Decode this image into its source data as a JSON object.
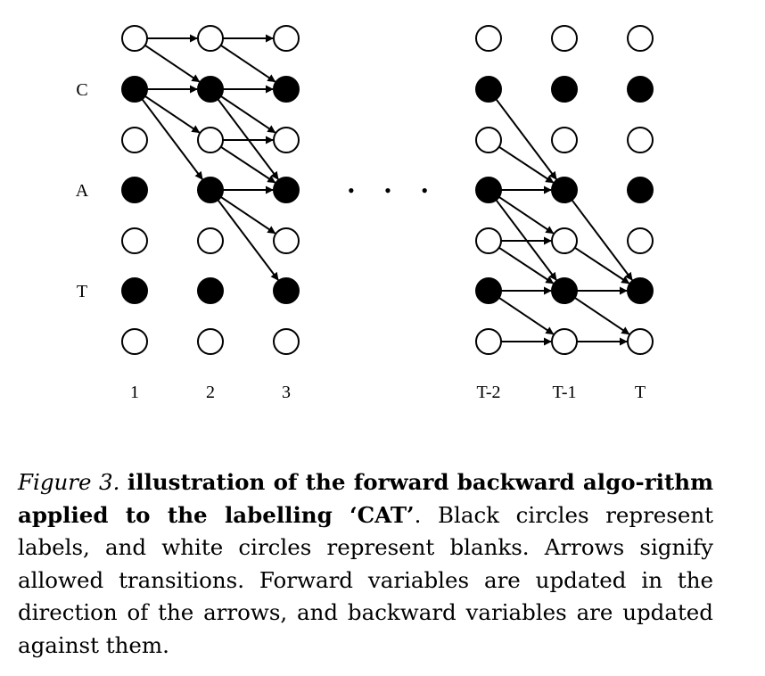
{
  "diagram": {
    "row_labels": [
      "",
      "C",
      "",
      "A",
      "",
      "T",
      ""
    ],
    "columns": [
      "1",
      "2",
      "3",
      "T-2",
      "T-1",
      "T"
    ],
    "ellipsis": "• • •",
    "nodes": [
      [
        "blank",
        "blank",
        "blank",
        "blank",
        "blank",
        "blank"
      ],
      [
        "label",
        "label",
        "label",
        "label",
        "label",
        "label"
      ],
      [
        "blank",
        "blank",
        "blank",
        "blank",
        "blank",
        "blank"
      ],
      [
        "label",
        "label",
        "label",
        "label",
        "label",
        "label"
      ],
      [
        "blank",
        "blank",
        "blank",
        "blank",
        "blank",
        "blank"
      ],
      [
        "label",
        "label",
        "label",
        "label",
        "label",
        "label"
      ],
      [
        "blank",
        "blank",
        "blank",
        "blank",
        "blank",
        "blank"
      ]
    ],
    "transitions": [
      {
        "from": [
          0,
          0
        ],
        "to": [
          1,
          0
        ]
      },
      {
        "from": [
          0,
          0
        ],
        "to": [
          1,
          1
        ]
      },
      {
        "from": [
          0,
          1
        ],
        "to": [
          1,
          1
        ]
      },
      {
        "from": [
          0,
          1
        ],
        "to": [
          1,
          2
        ]
      },
      {
        "from": [
          0,
          1
        ],
        "to": [
          1,
          3
        ]
      },
      {
        "from": [
          1,
          0
        ],
        "to": [
          2,
          0
        ]
      },
      {
        "from": [
          1,
          0
        ],
        "to": [
          2,
          1
        ]
      },
      {
        "from": [
          1,
          1
        ],
        "to": [
          2,
          1
        ]
      },
      {
        "from": [
          1,
          1
        ],
        "to": [
          2,
          2
        ]
      },
      {
        "from": [
          1,
          1
        ],
        "to": [
          2,
          3
        ]
      },
      {
        "from": [
          1,
          2
        ],
        "to": [
          2,
          2
        ]
      },
      {
        "from": [
          1,
          2
        ],
        "to": [
          2,
          3
        ]
      },
      {
        "from": [
          1,
          3
        ],
        "to": [
          2,
          3
        ]
      },
      {
        "from": [
          1,
          3
        ],
        "to": [
          2,
          4
        ]
      },
      {
        "from": [
          1,
          3
        ],
        "to": [
          2,
          5
        ]
      },
      {
        "from": [
          3,
          1
        ],
        "to": [
          4,
          3
        ]
      },
      {
        "from": [
          3,
          2
        ],
        "to": [
          4,
          3
        ]
      },
      {
        "from": [
          3,
          3
        ],
        "to": [
          4,
          3
        ]
      },
      {
        "from": [
          3,
          3
        ],
        "to": [
          4,
          4
        ]
      },
      {
        "from": [
          3,
          3
        ],
        "to": [
          4,
          5
        ]
      },
      {
        "from": [
          3,
          4
        ],
        "to": [
          4,
          4
        ]
      },
      {
        "from": [
          3,
          4
        ],
        "to": [
          4,
          5
        ]
      },
      {
        "from": [
          3,
          5
        ],
        "to": [
          4,
          5
        ]
      },
      {
        "from": [
          3,
          5
        ],
        "to": [
          4,
          6
        ]
      },
      {
        "from": [
          3,
          6
        ],
        "to": [
          4,
          6
        ]
      },
      {
        "from": [
          4,
          3
        ],
        "to": [
          5,
          5
        ]
      },
      {
        "from": [
          4,
          4
        ],
        "to": [
          5,
          5
        ]
      },
      {
        "from": [
          4,
          5
        ],
        "to": [
          5,
          5
        ]
      },
      {
        "from": [
          4,
          5
        ],
        "to": [
          5,
          6
        ]
      },
      {
        "from": [
          4,
          6
        ],
        "to": [
          5,
          6
        ]
      }
    ]
  },
  "caption": {
    "figure_label": "Figure 3.",
    "bold_text": "illustration of the forward backward algo-rithm applied to the labelling ‘CAT’",
    "body_text": ". Black circles represent labels, and white circles represent blanks. Arrows signify allowed transitions. Forward variables are updated in the direction of the arrows, and backward variables are updated against them."
  }
}
